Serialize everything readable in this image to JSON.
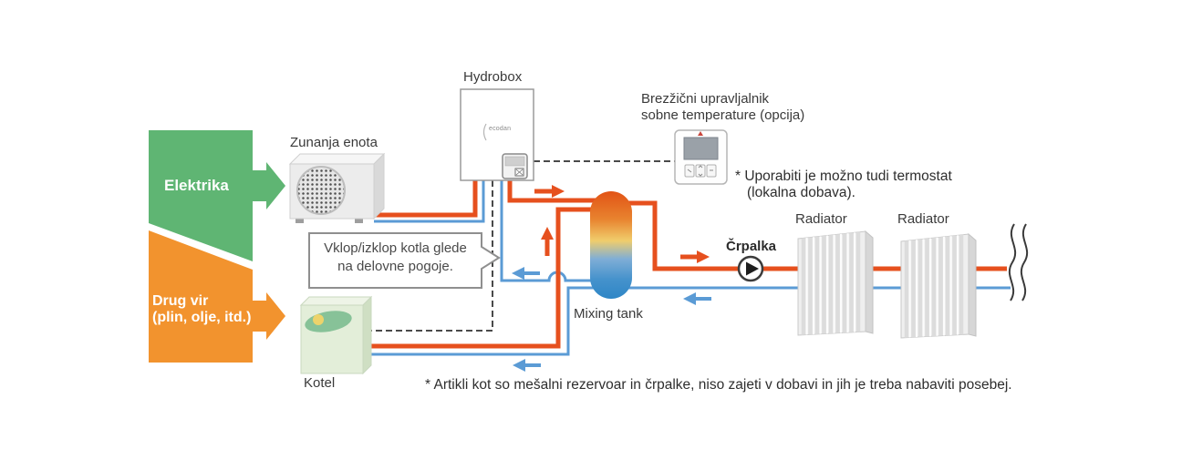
{
  "sources": {
    "electricity": {
      "label": "Elektrika"
    },
    "other": {
      "label_line1": "Drug vir",
      "label_line2": "(plin, olje, itd.)"
    }
  },
  "components": {
    "outdoor_unit": {
      "label": "Zunanja enota"
    },
    "hydrobox": {
      "label": "Hydrobox",
      "brand": "ecodan"
    },
    "wireless_controller": {
      "label_line1": "Brezžični upravljalnik",
      "label_line2": "sobne temperature (opcija)"
    },
    "boiler": {
      "label": "Kotel"
    },
    "mixing_tank": {
      "label": "Mixing tank"
    },
    "pump": {
      "label": "Črpalka"
    },
    "radiator_left": {
      "label": "Radiator"
    },
    "radiator_right": {
      "label": "Radiator"
    }
  },
  "notes": {
    "thermostat_line1": "* Uporabiti je možno tudi termostat",
    "thermostat_line2": "(lokalna dobava).",
    "boiler_callout_line1": "Vklop/izklop kotla glede",
    "boiler_callout_line2": "na delovne pogoje.",
    "footer": "* Artikli kot so mešalni rezervoar in črpalke, niso zajeti v dobavi in jih je treba nabaviti posebej."
  },
  "colors": {
    "electricity_green": "#5FB573",
    "other_source_orange": "#F2932E",
    "hot_pipe_red": "#E6501E",
    "cold_pipe_blue": "#5B9BD5",
    "tank_hot_top": "#E25315",
    "tank_warm_mid": "#F0CD6C",
    "tank_cold_bottom": "#2E86C6"
  }
}
